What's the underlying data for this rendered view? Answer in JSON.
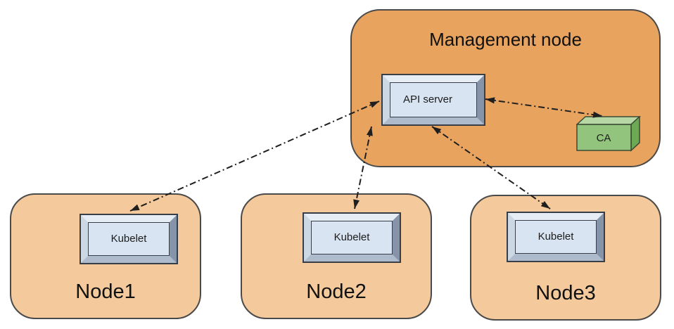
{
  "diagram": {
    "title_hint": "Kubernetes management node and worker nodes with API server, CA and Kubelets",
    "management_node": {
      "label": "Management node",
      "api_server": {
        "label": "API server"
      },
      "ca": {
        "label": "CA"
      }
    },
    "nodes": [
      {
        "label": "Node1",
        "component": "Kubelet"
      },
      {
        "label": "Node2",
        "component": "Kubelet"
      },
      {
        "label": "Node3",
        "component": "Kubelet"
      }
    ],
    "connections": [
      {
        "from": "API server",
        "to": "Kubelet (Node1)",
        "style": "dash-dot",
        "bidirectional": true
      },
      {
        "from": "API server",
        "to": "Kubelet (Node2)",
        "style": "dash-dot",
        "bidirectional": true
      },
      {
        "from": "API server",
        "to": "Kubelet (Node3)",
        "style": "dash-dot",
        "bidirectional": true
      },
      {
        "from": "API server",
        "to": "CA",
        "style": "dash-dot",
        "bidirectional": true
      }
    ],
    "colors": {
      "management_fill": "#e8a35f",
      "node_fill": "#f4c99b",
      "group_outline": "#4a4a4a",
      "component_face": "#d8e4f2",
      "component_bevel_light": "#e7edf5",
      "component_bevel_dark": "#8594a8",
      "ca_front": "#93c47d",
      "ca_top": "#b7d7a5",
      "ca_side": "#6da953",
      "arrow": "#1f1f1f",
      "background": "#ffffff"
    }
  }
}
